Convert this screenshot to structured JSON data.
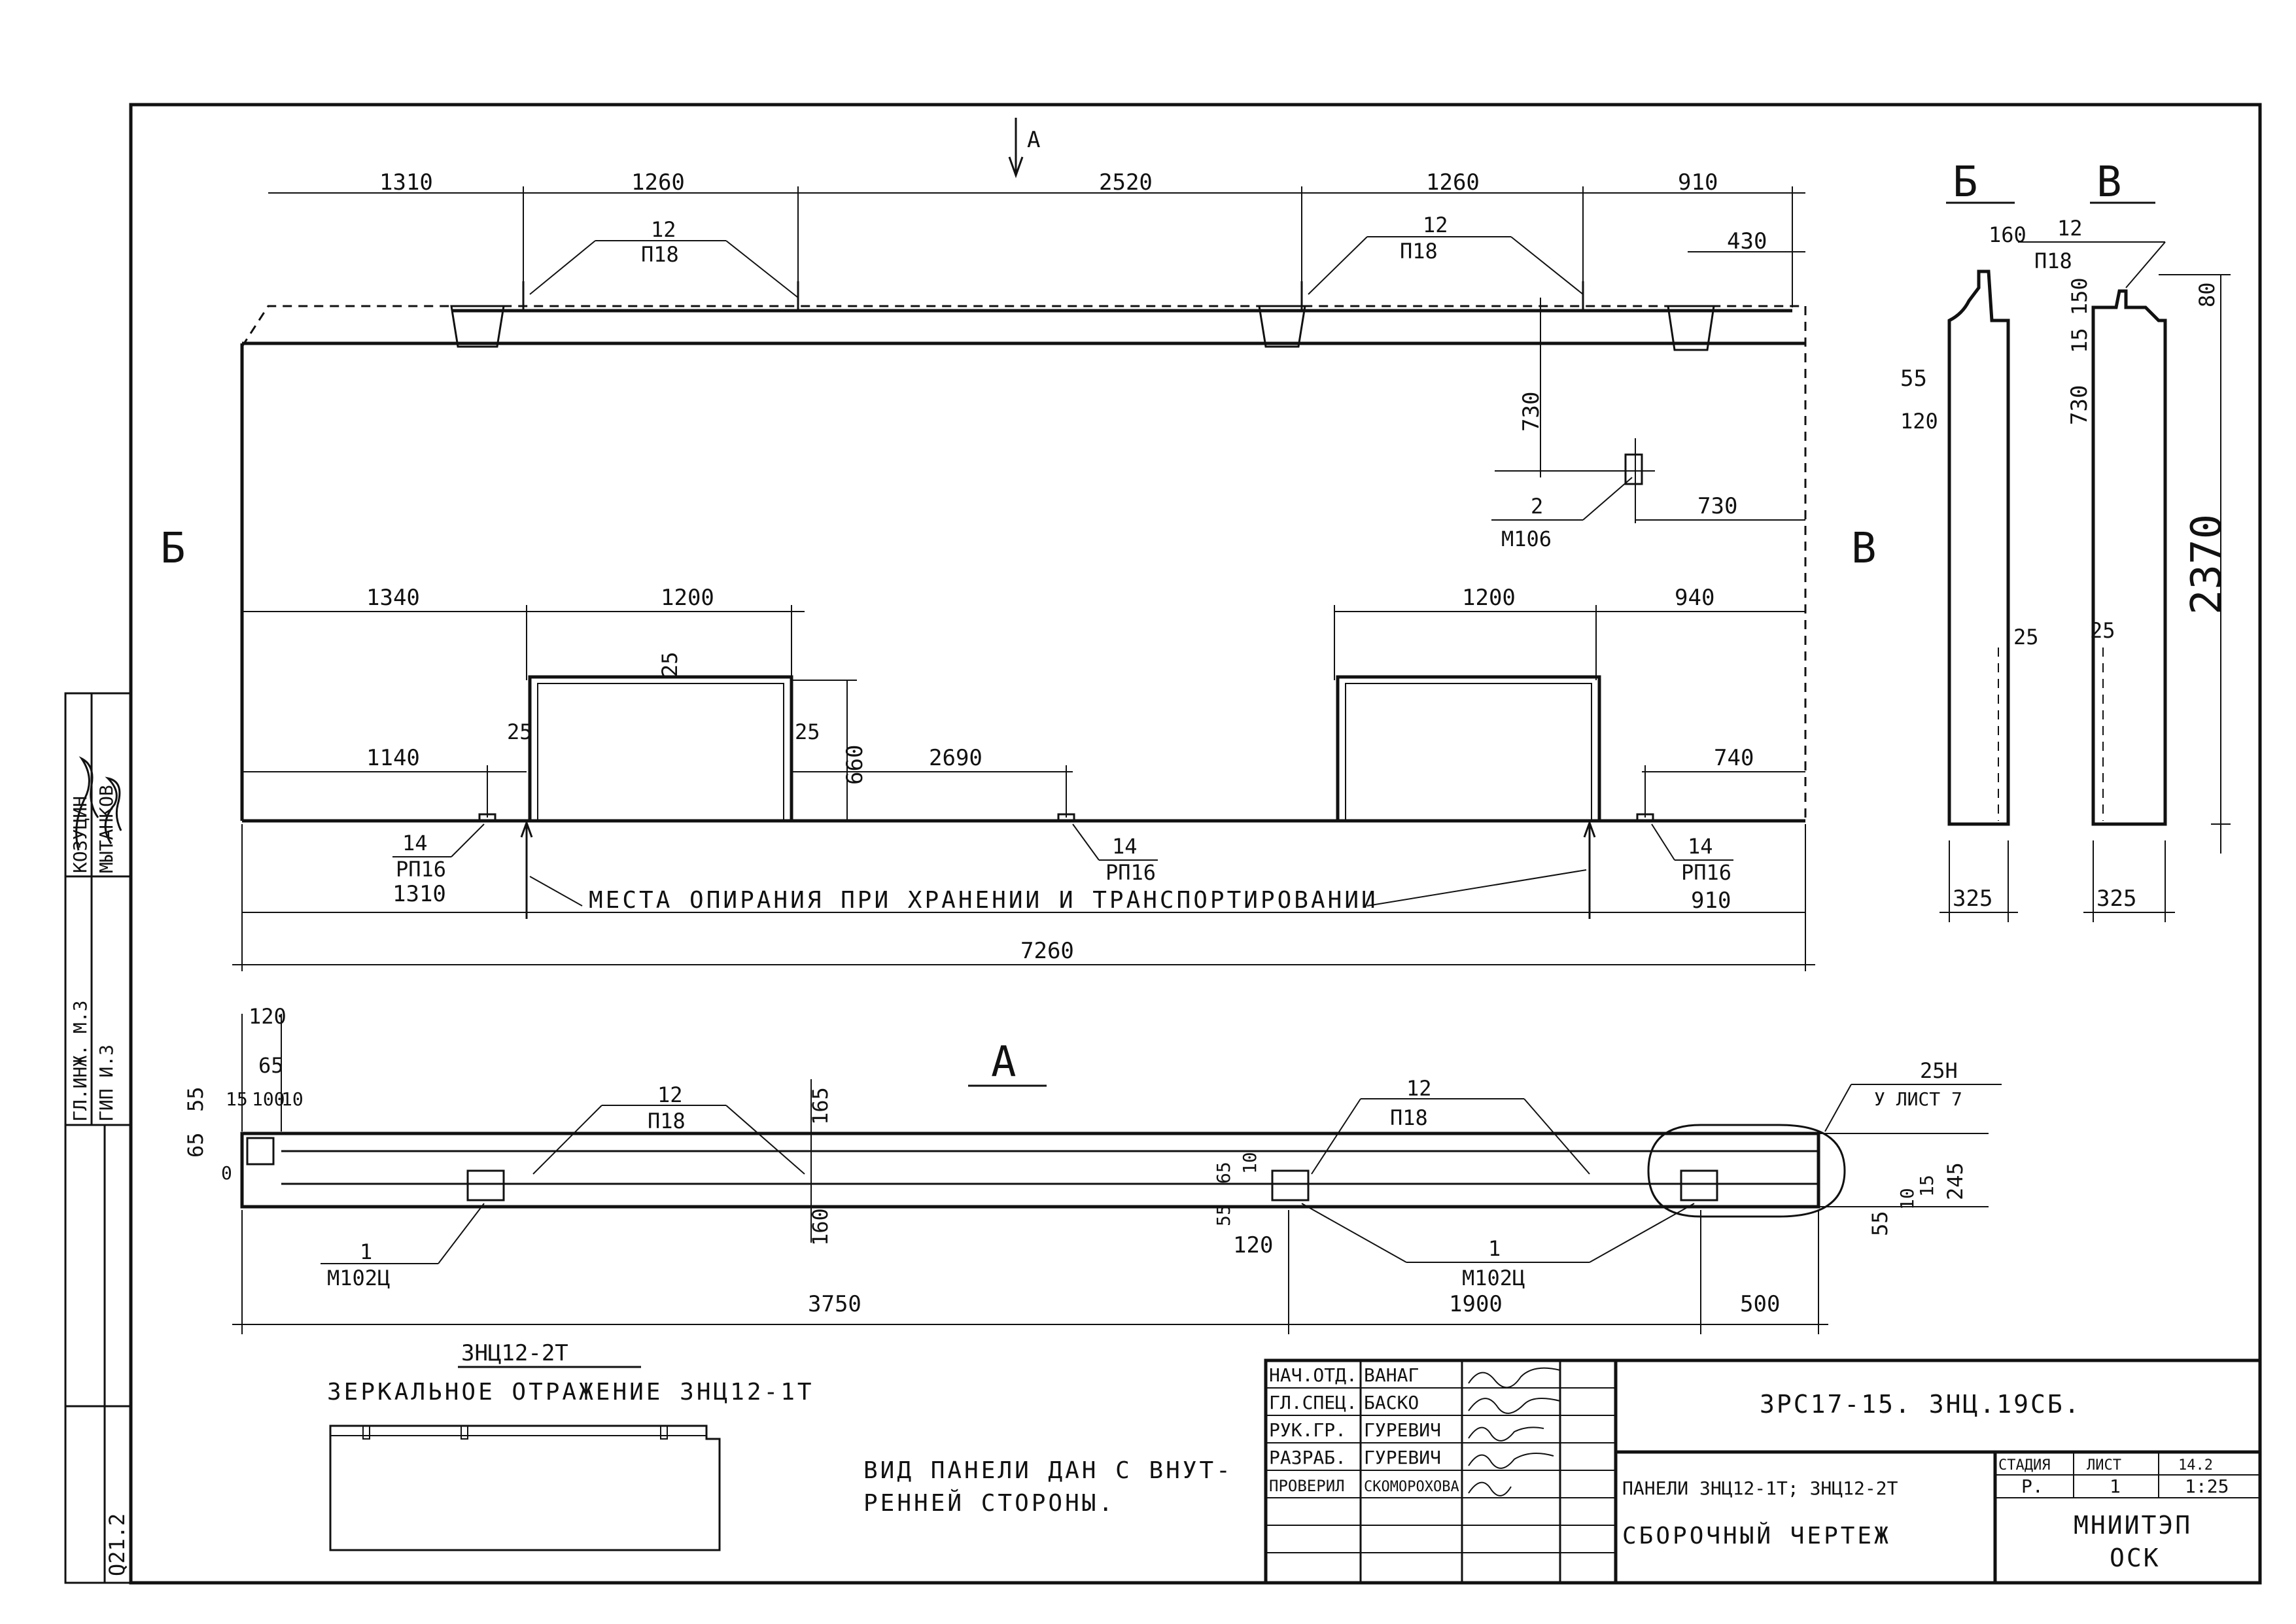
{
  "view_markers": {
    "arrow_a": "А",
    "section_b": "Б",
    "section_v": "В",
    "plan_title": "А"
  },
  "elevation": {
    "top_dims": [
      "1310",
      "1260",
      "2520",
      "1260",
      "910"
    ],
    "right_top_dim": "430",
    "vertical_dim_730": "730",
    "embed_dim_730": "730",
    "callout_p18_left": {
      "num": "12",
      "mark": "П18"
    },
    "callout_p18_right": {
      "num": "12",
      "mark": "П18"
    },
    "callout_m106": {
      "num": "2",
      "mark": "М106"
    },
    "window_dims_left": [
      "1340",
      "1200"
    ],
    "window_dims_right": [
      "1200",
      "940"
    ],
    "window_inner": {
      "top": "25",
      "left": "25",
      "right": "25",
      "height": "660"
    },
    "bottom_dims": [
      "1140",
      "2690",
      "740"
    ],
    "callout_rp16_a": {
      "num": "14",
      "mark": "РП16"
    },
    "callout_rp16_b": {
      "num": "14",
      "mark": "РП16"
    },
    "callout_rp16_c": {
      "num": "14",
      "mark": "РП16"
    },
    "support_dims": [
      "1310",
      "910"
    ],
    "support_note": "МЕСТА ОПИРАНИЯ ПРИ ХРАНЕНИИ И ТРАНСПОРТИРОВАНИИ",
    "total_length": "7260"
  },
  "sections": {
    "b": {
      "top": "160",
      "dims": [
        "55",
        "120",
        "25",
        "325"
      ]
    },
    "v": {
      "callout_num": "12",
      "callout_mark": "П18",
      "dims": [
        "15 150",
        "80",
        "730",
        "25",
        "2370",
        "325"
      ]
    }
  },
  "plan": {
    "left_dims": [
      "120",
      "65",
      "15",
      "100",
      "10",
      "65",
      "55",
      "0"
    ],
    "callout_p18_left": {
      "num": "12",
      "mark": "П18"
    },
    "callout_p18_right": {
      "num": "12",
      "mark": "П18"
    },
    "dims_165": "165",
    "dims_160": "160",
    "callout_m102_left": {
      "num": "1",
      "mark": "М102Ц"
    },
    "callout_m102_right": {
      "num": "1",
      "mark": "М102Ц"
    },
    "small_dims": [
      "65",
      "10",
      "55",
      "120"
    ],
    "right_dims": [
      "55",
      "10",
      "15",
      "245"
    ],
    "bottom_dims": [
      "3750",
      "1900",
      "500"
    ],
    "node_ref": {
      "num": "25Н",
      "sheet": "У ЛИСТ 7"
    }
  },
  "mirror": {
    "mark": "3НЦ12-2Т",
    "note": "ЗЕРКАЛЬНОЕ ОТРАЖЕНИЕ 3НЦ12-1Т"
  },
  "view_note": [
    "ВИД ПАНЕЛИ ДАН С ВНУТ-",
    "РЕННЕЙ СТОРОНЫ."
  ],
  "side_stamp": {
    "rows": [
      {
        "role": "ГЛ.ИНЖ. М.З",
        "name": "КОЗУЦИН"
      },
      {
        "role": "ГИП И.З",
        "name": "МЫТАНКОВ"
      }
    ],
    "ref": "Q21.2"
  },
  "title_block": {
    "code": "3РС17-15. 3НЦ.19СБ.",
    "people": [
      {
        "role": "НАЧ.ОТД.",
        "name": "ВАНАГ"
      },
      {
        "role": "ГЛ.СПЕЦ.",
        "name": "БАСКО"
      },
      {
        "role": "РУК.ГР.",
        "name": "ГУРЕВИЧ"
      },
      {
        "role": "РАЗРАБ.",
        "name": "ГУРЕВИЧ"
      },
      {
        "role": "ПРОВЕРИЛ",
        "name": "СКОМОРОХОВА"
      }
    ],
    "title_line1": "ПАНЕЛИ 3НЦ12-1Т; 3НЦ12-2Т",
    "title_line2": "СБОРОЧНЫЙ ЧЕРТЕЖ",
    "stage_header": "СТАДИЯ",
    "sheet_header": "ЛИСТ",
    "sheets_header": "14.2",
    "stage": "Р.",
    "sheet": "1",
    "scale": "1:25",
    "org_line1": "МНИИТЭП",
    "org_line2": "ОСК"
  }
}
